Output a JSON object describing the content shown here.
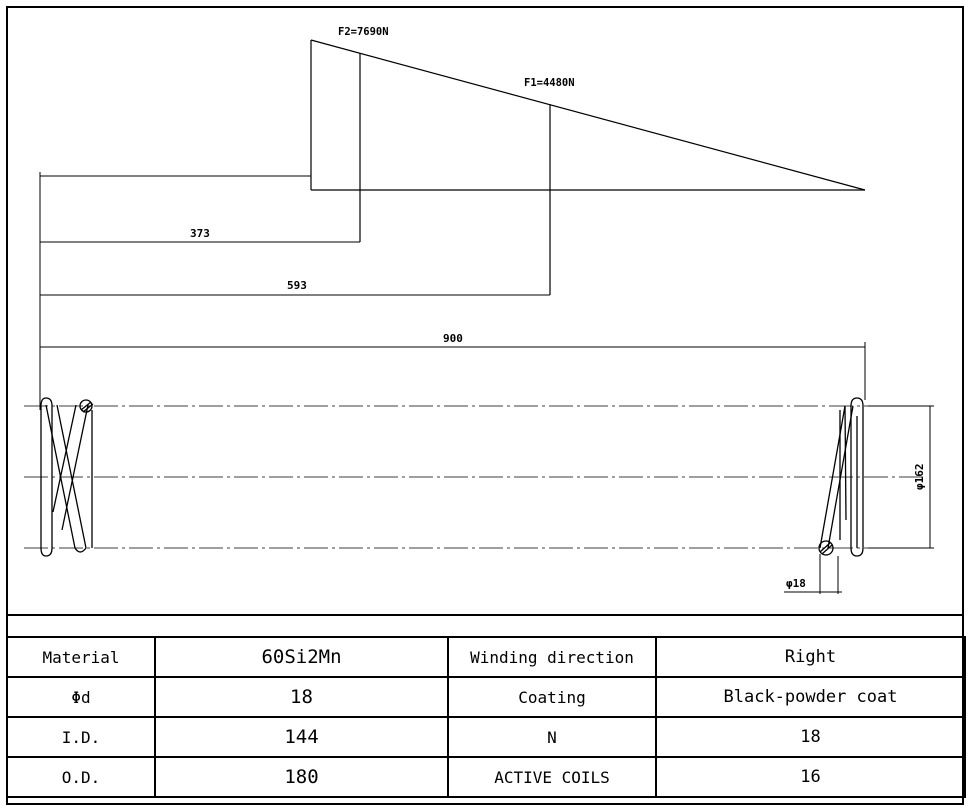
{
  "annotations": {
    "f2": "F2=7690N",
    "f1": "F1=4480N",
    "dim_373": "373",
    "dim_593": "593",
    "dim_900": "900",
    "dim_dia162": "φ162",
    "dim_wire18": "φ18"
  },
  "spec_table": {
    "rows": [
      {
        "k1": "Material",
        "v1": "60Si2Mn",
        "k2": "Winding direction",
        "v2": "Right"
      },
      {
        "k1": "Φd",
        "v1": "18",
        "k2": "Coating",
        "v2": "Black-powder coat"
      },
      {
        "k1": "I.D.",
        "v1": "144",
        "k2": "N",
        "v2": "18"
      },
      {
        "k1": "O.D.",
        "v1": "180",
        "k2": "ACTIVE COILS",
        "v2": "16"
      }
    ]
  }
}
